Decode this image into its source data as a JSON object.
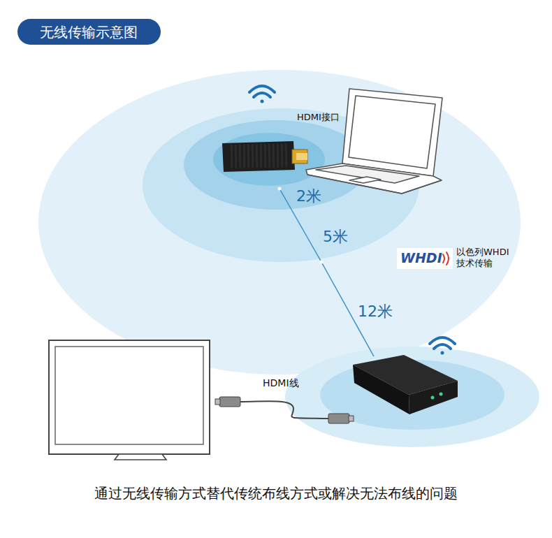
{
  "diagram": {
    "title": "无线传输示意图",
    "caption": "通过无线传输方式替代传统布线方式或解决无法布线的问题",
    "labels": [
      "HDMI接口",
      "2米",
      "5米",
      "12米",
      "WHDI",
      "以色列WHDI 技术传输",
      "HDMI线"
    ]
  }
}
